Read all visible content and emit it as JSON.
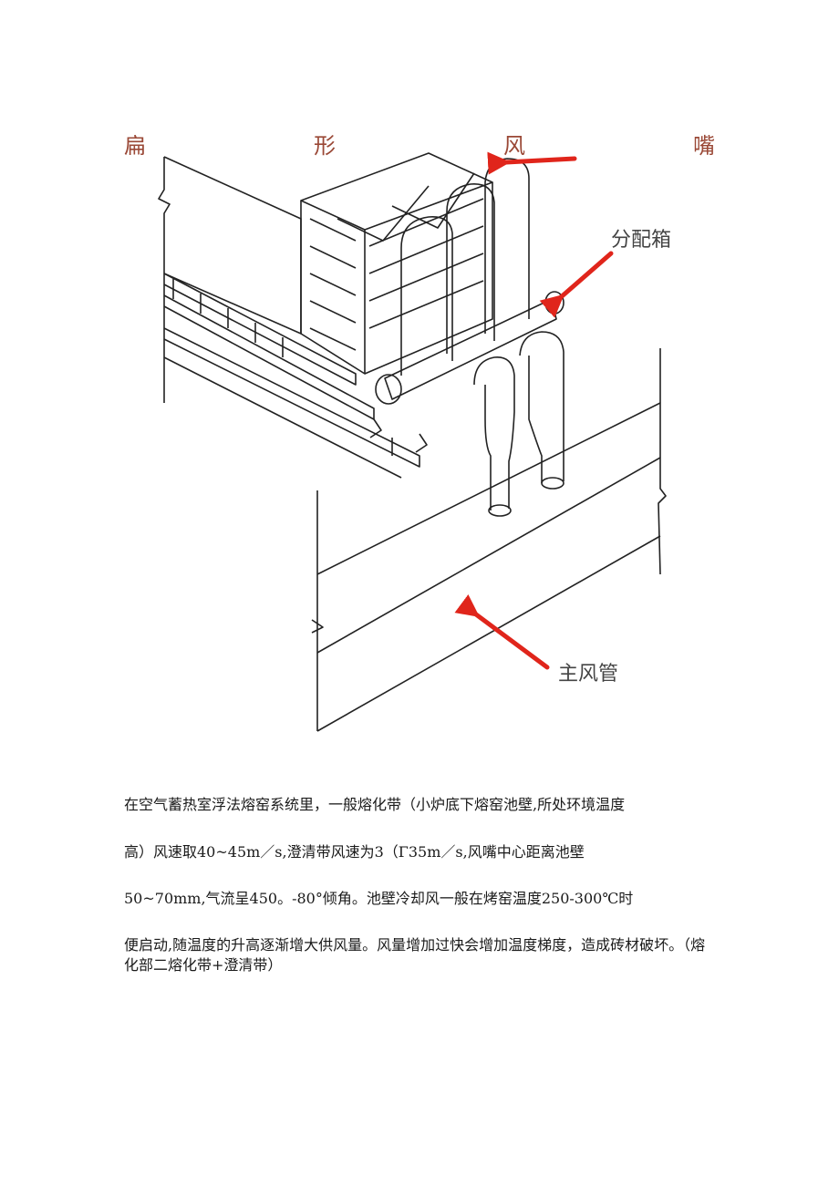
{
  "title": {
    "chars": [
      "扁",
      "形",
      "风",
      "嘴"
    ]
  },
  "figure": {
    "callouts": {
      "distribution_box": "分配箱",
      "main_duct": "主风管"
    },
    "arrow_color": "#e0251b",
    "line_color": "#222222"
  },
  "body": {
    "lines": [
      "在空气蓄热室浮法熔窑系统里，一般熔化带（小炉底下熔窑池壁,所处环境温度",
      "高）风速取40~45m／s,澄清带风速为3（Γ35m／s,风嘴中心距离池壁",
      "50~70mm,气流呈450。-80°倾角。池壁冷却风一般在烤窑温度250-300℃时",
      "便启动,随温度的升高逐渐增大供风量。风量增加过快会增加温度梯度，造成砖材破坏。（熔化部二熔化带+澄清带）"
    ]
  }
}
